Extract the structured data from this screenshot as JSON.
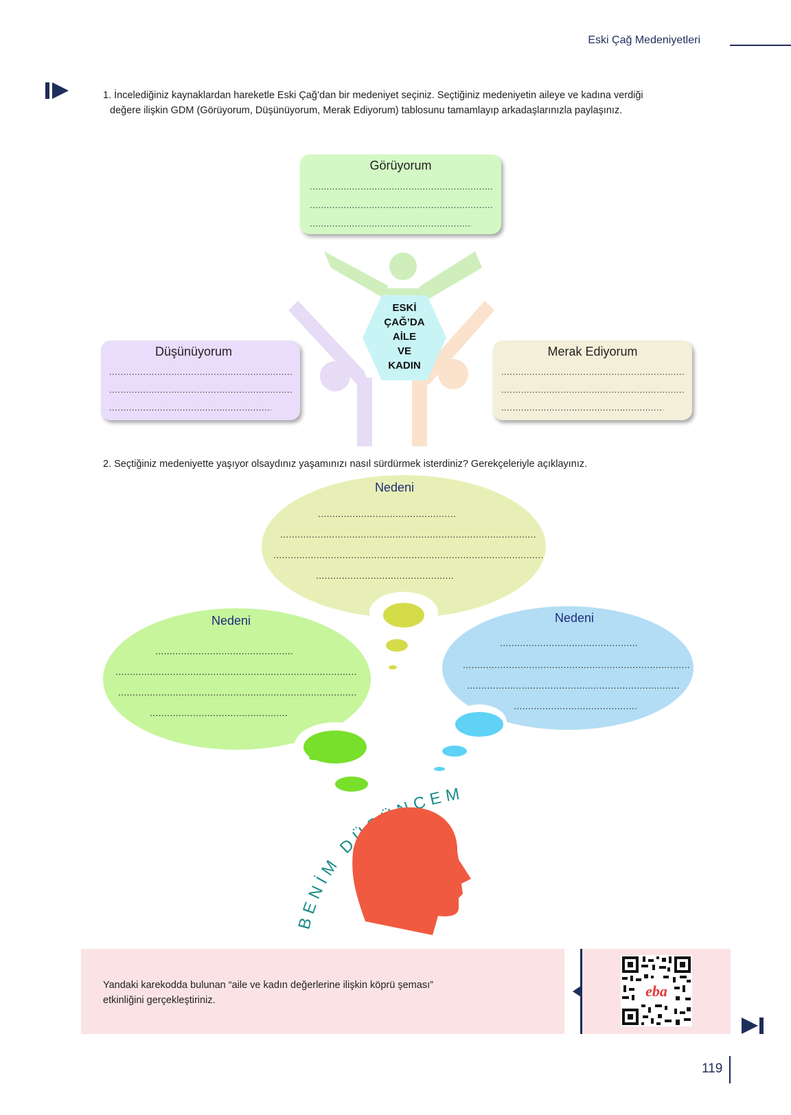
{
  "header": {
    "title": "Eski Çağ Medeniyetleri"
  },
  "question1": {
    "line1": "1. İncelediğiniz kaynaklardan hareketle Eski Çağ’dan bir medeniyet seçiniz. Seçtiğiniz medeniyetin aileye ve kadına verdiği",
    "line2": "değere ilişkin GDM (Görüyorum, Düşünüyorum, Merak Ediyorum) tablosunu tamamlayıp arkadaşlarınızla paylaşınız."
  },
  "gdm": {
    "center": [
      "ESKİ",
      "ÇAĞ’DA",
      "AİLE",
      "VE",
      "KADIN"
    ],
    "goruyorum": {
      "title": "Görüyorum",
      "colors": "#d3f8c4"
    },
    "dusunuyorum": {
      "title": "Düşünüyorum",
      "colors": "#e9ddfb"
    },
    "merak": {
      "title": "Merak  Ediyorum",
      "colors": "#f3efd9"
    },
    "dotted_line": "......................................................................",
    "dotted_short": "..........................................................."
  },
  "question2": {
    "text": "2. Seçtiğiniz medeniyette yaşıyor olsaydınız yaşamınızı nasıl sürdürmek isterdiniz? Gerekçeleriyle açıklayınız."
  },
  "bubbles": {
    "top": {
      "label": "Nedeni",
      "color": "#e8efb6"
    },
    "left": {
      "label": "Nedeni",
      "color": "#c6f59c"
    },
    "right": {
      "label": "Nedeni",
      "color": "#b3ddf4"
    },
    "dots_long": "..............................................................................................................",
    "dots_mid": "...................................................................",
    "dots_short": "................................................"
  },
  "benim_dusuncem": "BENİM DÜŞÜNCEM",
  "qr_info": {
    "line1": "Yandaki karekodda bulunan “aile ve kadın değerlerine ilişkin köprü şeması”",
    "line2": "etkinliğini gerçekleştiriniz.",
    "logo": "eba"
  },
  "page_number": "119",
  "icons": [
    "play-start-icon",
    "skip-end-icon",
    "head-silhouette-icon",
    "qr-code-icon"
  ],
  "colors": {
    "navy": "#1f2d5a",
    "teal": "#1a8c8a",
    "head": "#f05a40"
  }
}
